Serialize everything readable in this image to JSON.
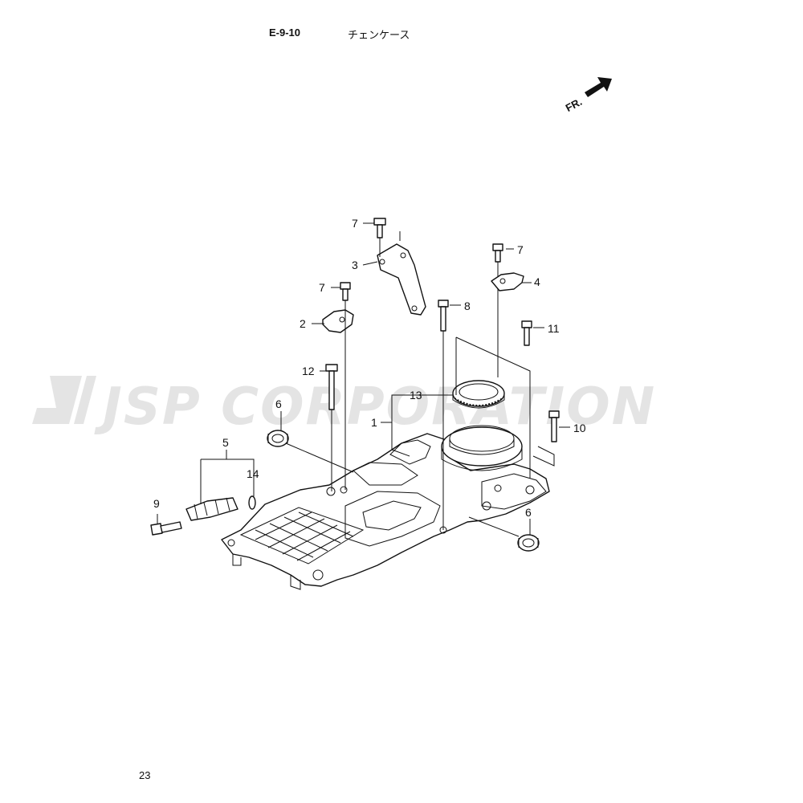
{
  "header": {
    "code": "E-9-10",
    "title": "チェンケース"
  },
  "page_number": "23",
  "orientation": {
    "label": "FR."
  },
  "watermark": {
    "text": "JSP CORPORATION"
  },
  "callouts": {
    "c1": "1",
    "c2": "2",
    "c3": "3",
    "c4": "4",
    "c5": "5",
    "c6a": "6",
    "c6b": "6",
    "c7a": "7",
    "c7b": "7",
    "c7c": "7",
    "c8": "8",
    "c9": "9",
    "c10": "10",
    "c11": "11",
    "c12": "12",
    "c13": "13",
    "c14": "14"
  }
}
